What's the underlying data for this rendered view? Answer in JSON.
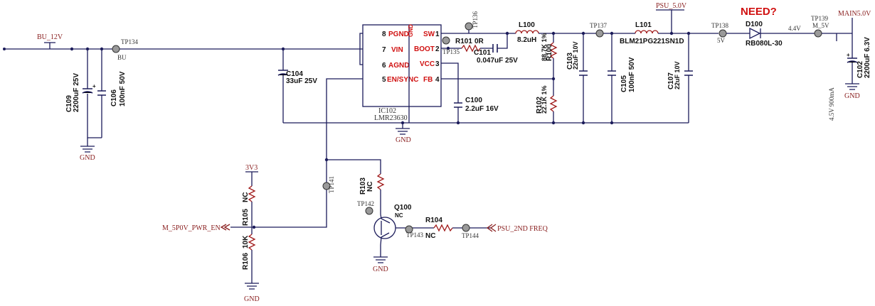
{
  "annotation": {
    "need": "NEED?"
  },
  "nets": {
    "bu_12v": "BU_12V",
    "bu": "BU",
    "psu_5v": "PSU_5.0V",
    "mains_5v": "MAIN5.0V",
    "m_5v": "M_5V",
    "v_5v": "5V",
    "v_44": "4.4V",
    "v_33": "3V3",
    "m_5p0v_pwr_en": "M_5P0V_PWR_EN",
    "psu_2nd_freq": "PSU_2ND FREQ",
    "gnd": "GND",
    "current_note": "4.5V 900mA"
  },
  "ic": {
    "ref": "IC102",
    "part": "LMR23630",
    "gnd_label": "GND",
    "pins_left": [
      {
        "num": "8",
        "name": "PGND"
      },
      {
        "num": "7",
        "name": "VIN"
      },
      {
        "num": "6",
        "name": "AGND"
      },
      {
        "num": "5",
        "name": "EN/SYNC"
      }
    ],
    "pins_right": [
      {
        "num": "1",
        "name": "SW"
      },
      {
        "num": "2",
        "name": "BOOT"
      },
      {
        "num": "3",
        "name": "VCC"
      },
      {
        "num": "4",
        "name": "FB"
      }
    ]
  },
  "components": {
    "c109": {
      "ref": "C109",
      "value": "2200uF 25V"
    },
    "c106": {
      "ref": "C106",
      "value": "100nF 50V"
    },
    "c104": {
      "ref": "C104",
      "value": "33uF 25V"
    },
    "r101": {
      "ref": "R101",
      "value": "0R"
    },
    "c101": {
      "ref": "C101",
      "value": "0.047uF 25V"
    },
    "c100": {
      "ref": "C100",
      "value": "2.2uF 16V"
    },
    "l100": {
      "ref": "L100",
      "value": "8.2uH"
    },
    "r100": {
      "ref": "R100",
      "value": "88.7K 1%"
    },
    "r102": {
      "ref": "R102",
      "value": "22.1K 1%"
    },
    "c103": {
      "ref": "C103",
      "value": "22uF 10V"
    },
    "c105": {
      "ref": "C105",
      "value": "100nF 50V"
    },
    "c107": {
      "ref": "C107",
      "value": "22uF 10V"
    },
    "l101": {
      "ref": "L101",
      "value": "BLM21PG221SN1D"
    },
    "d100": {
      "ref": "D100",
      "value": "RB080L-30"
    },
    "c102": {
      "ref": "C102",
      "value": "2200uF 6.3V"
    },
    "r105": {
      "ref": "R105",
      "value": "NC"
    },
    "r106": {
      "ref": "R106",
      "value": "10K"
    },
    "r103": {
      "ref": "R103",
      "value": "NC"
    },
    "q100": {
      "ref": "Q100",
      "value": "NC"
    },
    "r104": {
      "ref": "R104",
      "value": "NC"
    }
  },
  "test_points": {
    "tp134": "TP134",
    "tp135": "TP135",
    "tp136": "TP136",
    "tp137": "TP137",
    "tp138": "TP138",
    "tp139": "TP139",
    "tp141": "TP141",
    "tp142": "TP142",
    "tp143": "TP143",
    "tp144": "TP144"
  },
  "colors": {
    "wire": "#1b1b5a",
    "resistor": "#a01a1a",
    "net_label": "#8a2020",
    "pin_name": "#d01010",
    "annotation": "#d01010"
  }
}
